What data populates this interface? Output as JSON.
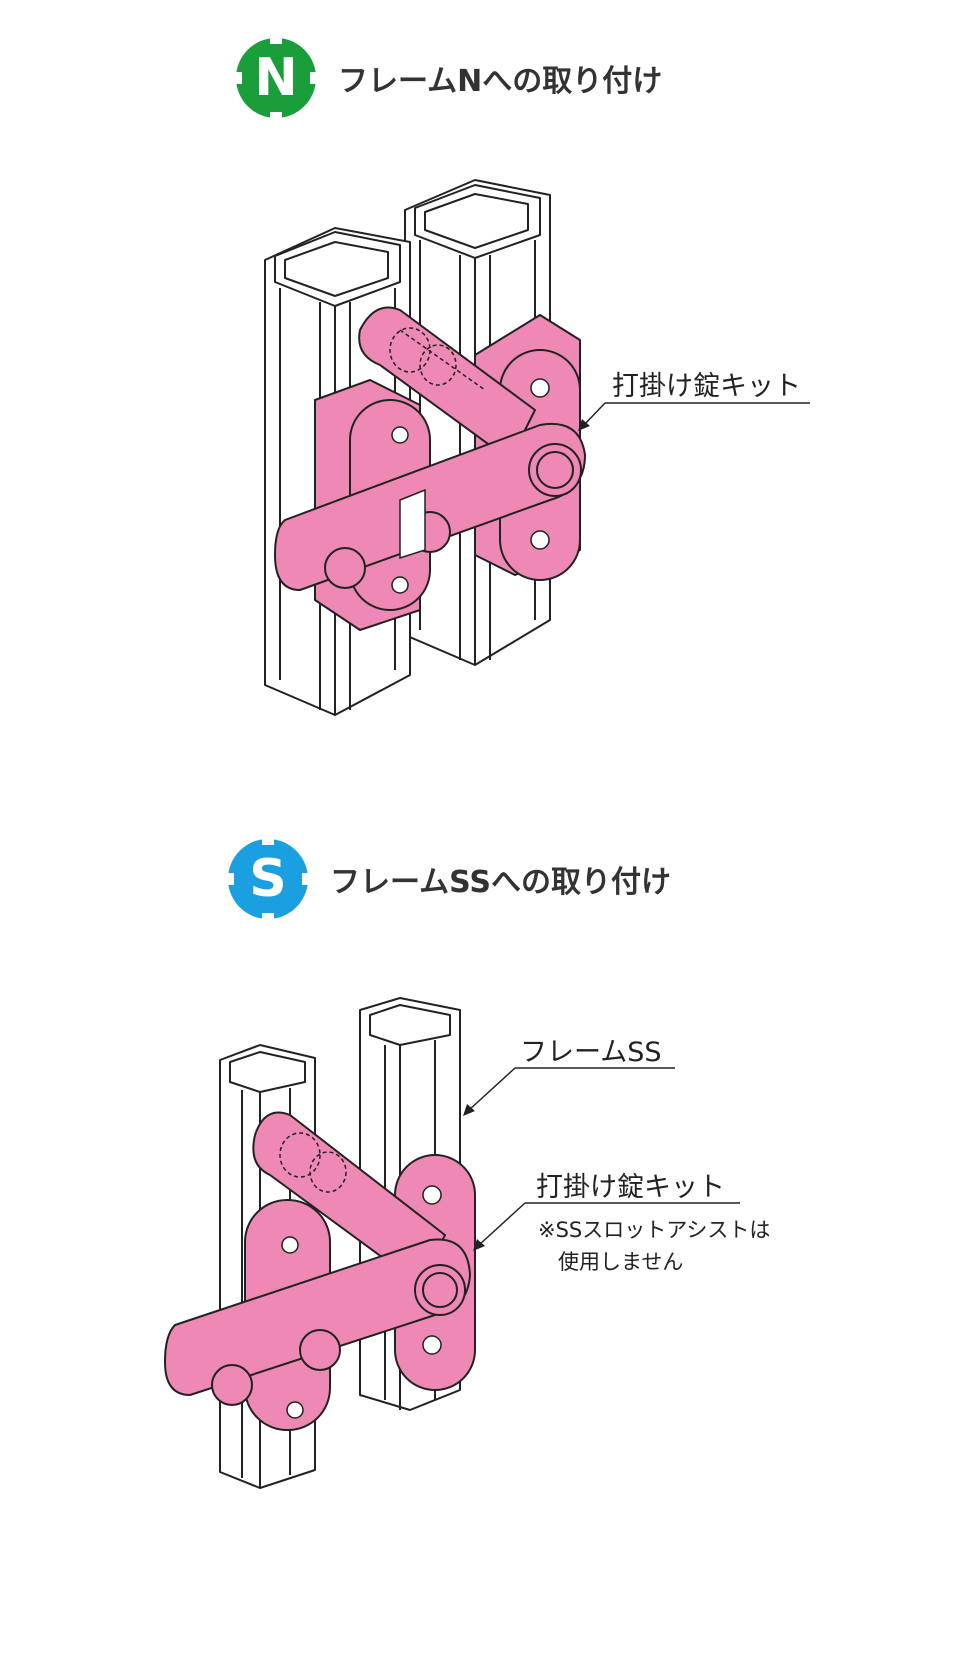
{
  "sections": [
    {
      "badge_letter": "N",
      "badge_color": "#1a9e3a",
      "title": "フレームNへの取り付け",
      "callout": "打掛け錠キット"
    },
    {
      "badge_letter": "S",
      "badge_color": "#1a9fe0",
      "title": "フレームSSへの取り付け",
      "callout_frame": "フレームSS",
      "callout": "打掛け錠キット",
      "note_line1": "※SSスロットアシストは",
      "note_line2": "使用しません"
    }
  ],
  "colors": {
    "kit_pink": "#ee88b4",
    "line": "#222222",
    "frame_fill": "#ffffff"
  },
  "icons": [
    "n-badge-icon",
    "s-badge-icon",
    "leader-arrow-icon"
  ]
}
